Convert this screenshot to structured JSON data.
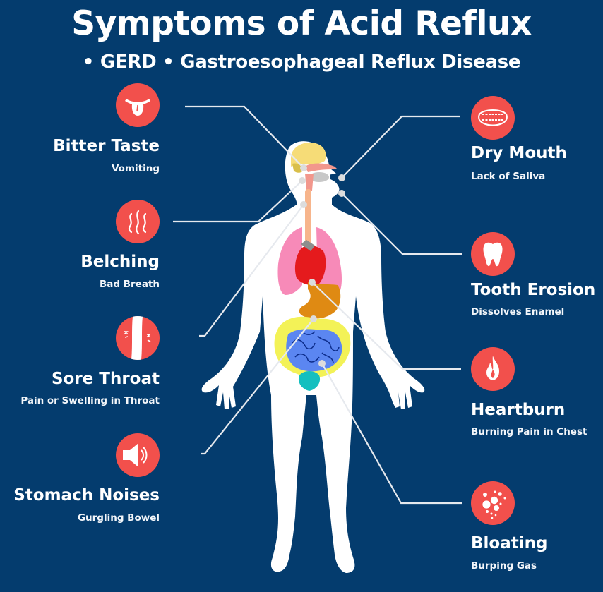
{
  "header": {
    "title": "Symptoms of Acid Reflux",
    "subtitle": "• GERD • Gastroesophageal Reflux Disease"
  },
  "colors": {
    "background": "#043c6e",
    "icon_circle": "#f2504c",
    "text": "#ffffff",
    "connector": "#e6e9ee",
    "body": "#ffffff"
  },
  "symptoms": {
    "left": [
      {
        "name": "Bitter Taste",
        "desc": "Vomiting",
        "icon": "tongue-icon"
      },
      {
        "name": "Belching",
        "desc": "Bad Breath",
        "icon": "vapor-icon"
      },
      {
        "name": "Sore Throat",
        "desc": "Pain or Swelling in Throat",
        "icon": "throat-icon"
      },
      {
        "name": "Stomach Noises",
        "desc": "Gurgling Bowel",
        "icon": "speaker-icon"
      }
    ],
    "right": [
      {
        "name": "Dry Mouth",
        "desc": "Lack of Saliva",
        "icon": "mouth-teeth-icon"
      },
      {
        "name": "Tooth Erosion",
        "desc": "Dissolves Enamel",
        "icon": "tooth-icon"
      },
      {
        "name": "Heartburn",
        "desc": "Burning Pain in Chest",
        "icon": "flame-icon"
      },
      {
        "name": "Bloating",
        "desc": "Burping Gas",
        "icon": "bubbles-icon"
      }
    ]
  },
  "figure": {
    "organs": [
      "brain",
      "nasal-cavity",
      "mouth",
      "esophagus",
      "lungs",
      "heart",
      "stomach",
      "large-intestine",
      "small-intestine",
      "bladder"
    ]
  }
}
